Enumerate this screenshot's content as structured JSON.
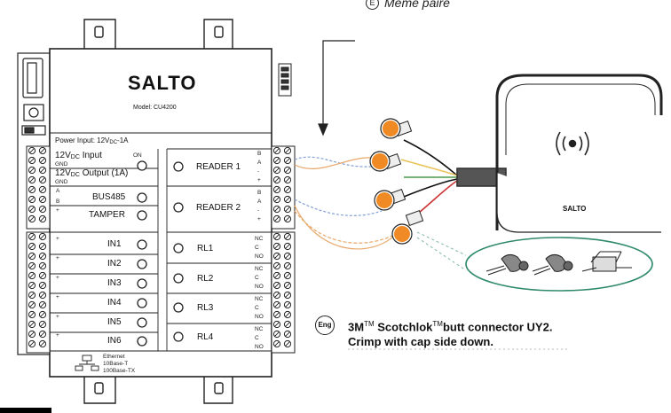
{
  "top_note": {
    "marker": "E",
    "text": "Même paire"
  },
  "controller": {
    "brand": "SALTO",
    "model": "Model: CU4200",
    "power_input": "Power Input: 12V",
    "power_input_sub": "DC",
    "power_input_end": "-1A",
    "terminals": [
      {
        "label": "12V",
        "sub": "DC",
        "rest": " Input",
        "pins": [
          "",
          "GND"
        ],
        "led": "ON"
      },
      {
        "label": "12V",
        "sub": "DC",
        "rest": " Output (1A)",
        "pins": [
          "",
          "GND"
        ]
      },
      {
        "label": "BUS485",
        "pins": [
          "A",
          "B"
        ]
      },
      {
        "label": "TAMPER",
        "pins": [
          "+",
          ""
        ]
      },
      {
        "label": "IN1",
        "pins": [
          "+",
          "-"
        ]
      },
      {
        "label": "IN2",
        "pins": [
          "+",
          "-"
        ]
      },
      {
        "label": "IN3",
        "pins": [
          "+",
          "-"
        ]
      },
      {
        "label": "IN4",
        "pins": [
          "+",
          "-"
        ]
      },
      {
        "label": "IN5",
        "pins": [
          "+",
          "-"
        ]
      },
      {
        "label": "IN6",
        "pins": [
          "+",
          "-"
        ]
      }
    ],
    "readers": [
      {
        "label": "READER 1",
        "pins": [
          "B",
          "A",
          "-",
          "+"
        ]
      },
      {
        "label": "READER 2",
        "pins": [
          "B",
          "A",
          "-",
          "+"
        ]
      }
    ],
    "relays": [
      {
        "label": "RL1",
        "pins": [
          "NC",
          "C",
          "NO"
        ]
      },
      {
        "label": "RL2",
        "pins": [
          "NC",
          "C",
          "NO"
        ]
      },
      {
        "label": "RL3",
        "pins": [
          "NC",
          "C",
          "NO"
        ]
      },
      {
        "label": "RL4",
        "pins": [
          "NC",
          "C",
          "NO"
        ]
      }
    ],
    "ethernet": [
      "Ethernet",
      "10Base-T",
      "100Base-TX"
    ]
  },
  "reader_device": {
    "brand": "SALTO"
  },
  "instructions": {
    "marker": "Eng",
    "line1_a": "3M",
    "line1_tm1": "TM",
    "line1_b": "Scotchlok",
    "line1_tm2": "TM",
    "line1_c": "butt connector UY2.",
    "line2": "Crimp with cap side down."
  },
  "colors": {
    "connector_cap": "#f08a24",
    "ellipse": "#2f8a6a",
    "wire_blue": "#7f9fd6",
    "wire_orange": "#e8a86a",
    "wire_green": "#4a9a4a"
  }
}
